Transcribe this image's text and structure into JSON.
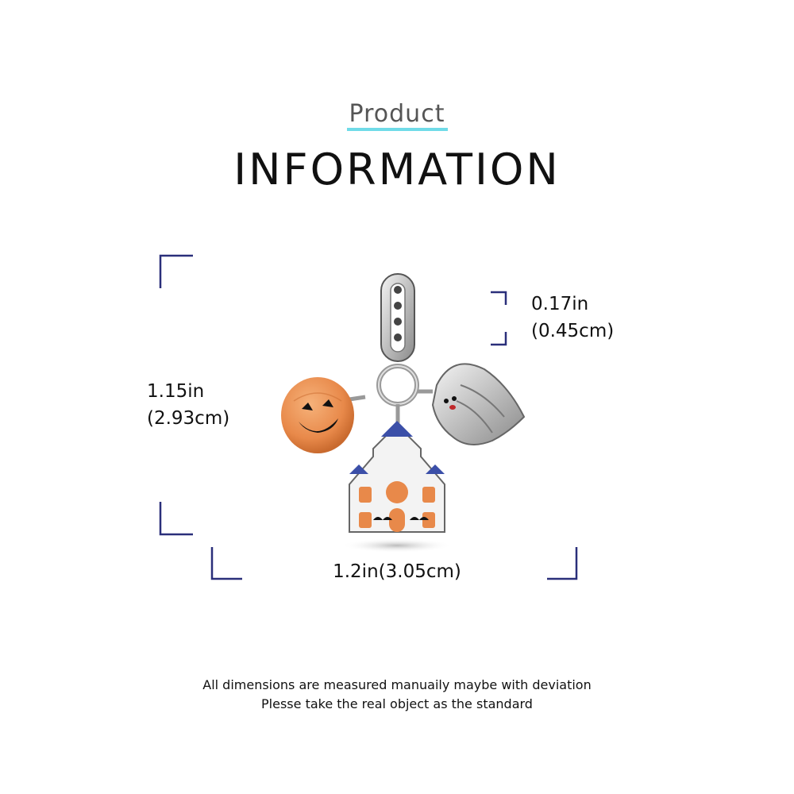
{
  "header": {
    "product_label": "Product",
    "title": "INFORMATION"
  },
  "dimensions": {
    "height_in": "1.15in",
    "height_cm": "(2.93cm)",
    "bail_in": "0.17in",
    "bail_cm": "(0.45cm)",
    "width": "1.2in(3.05cm)"
  },
  "notes": {
    "line1": "All dimensions are measured manuaily maybe with deviation",
    "line2": "Plesse take the real object as the standard"
  },
  "colors": {
    "accent_underline": "#6fdbe8",
    "bracket": "#2a2f7a",
    "pumpkin": "#e8894a",
    "roof": "#3b4fa8"
  }
}
